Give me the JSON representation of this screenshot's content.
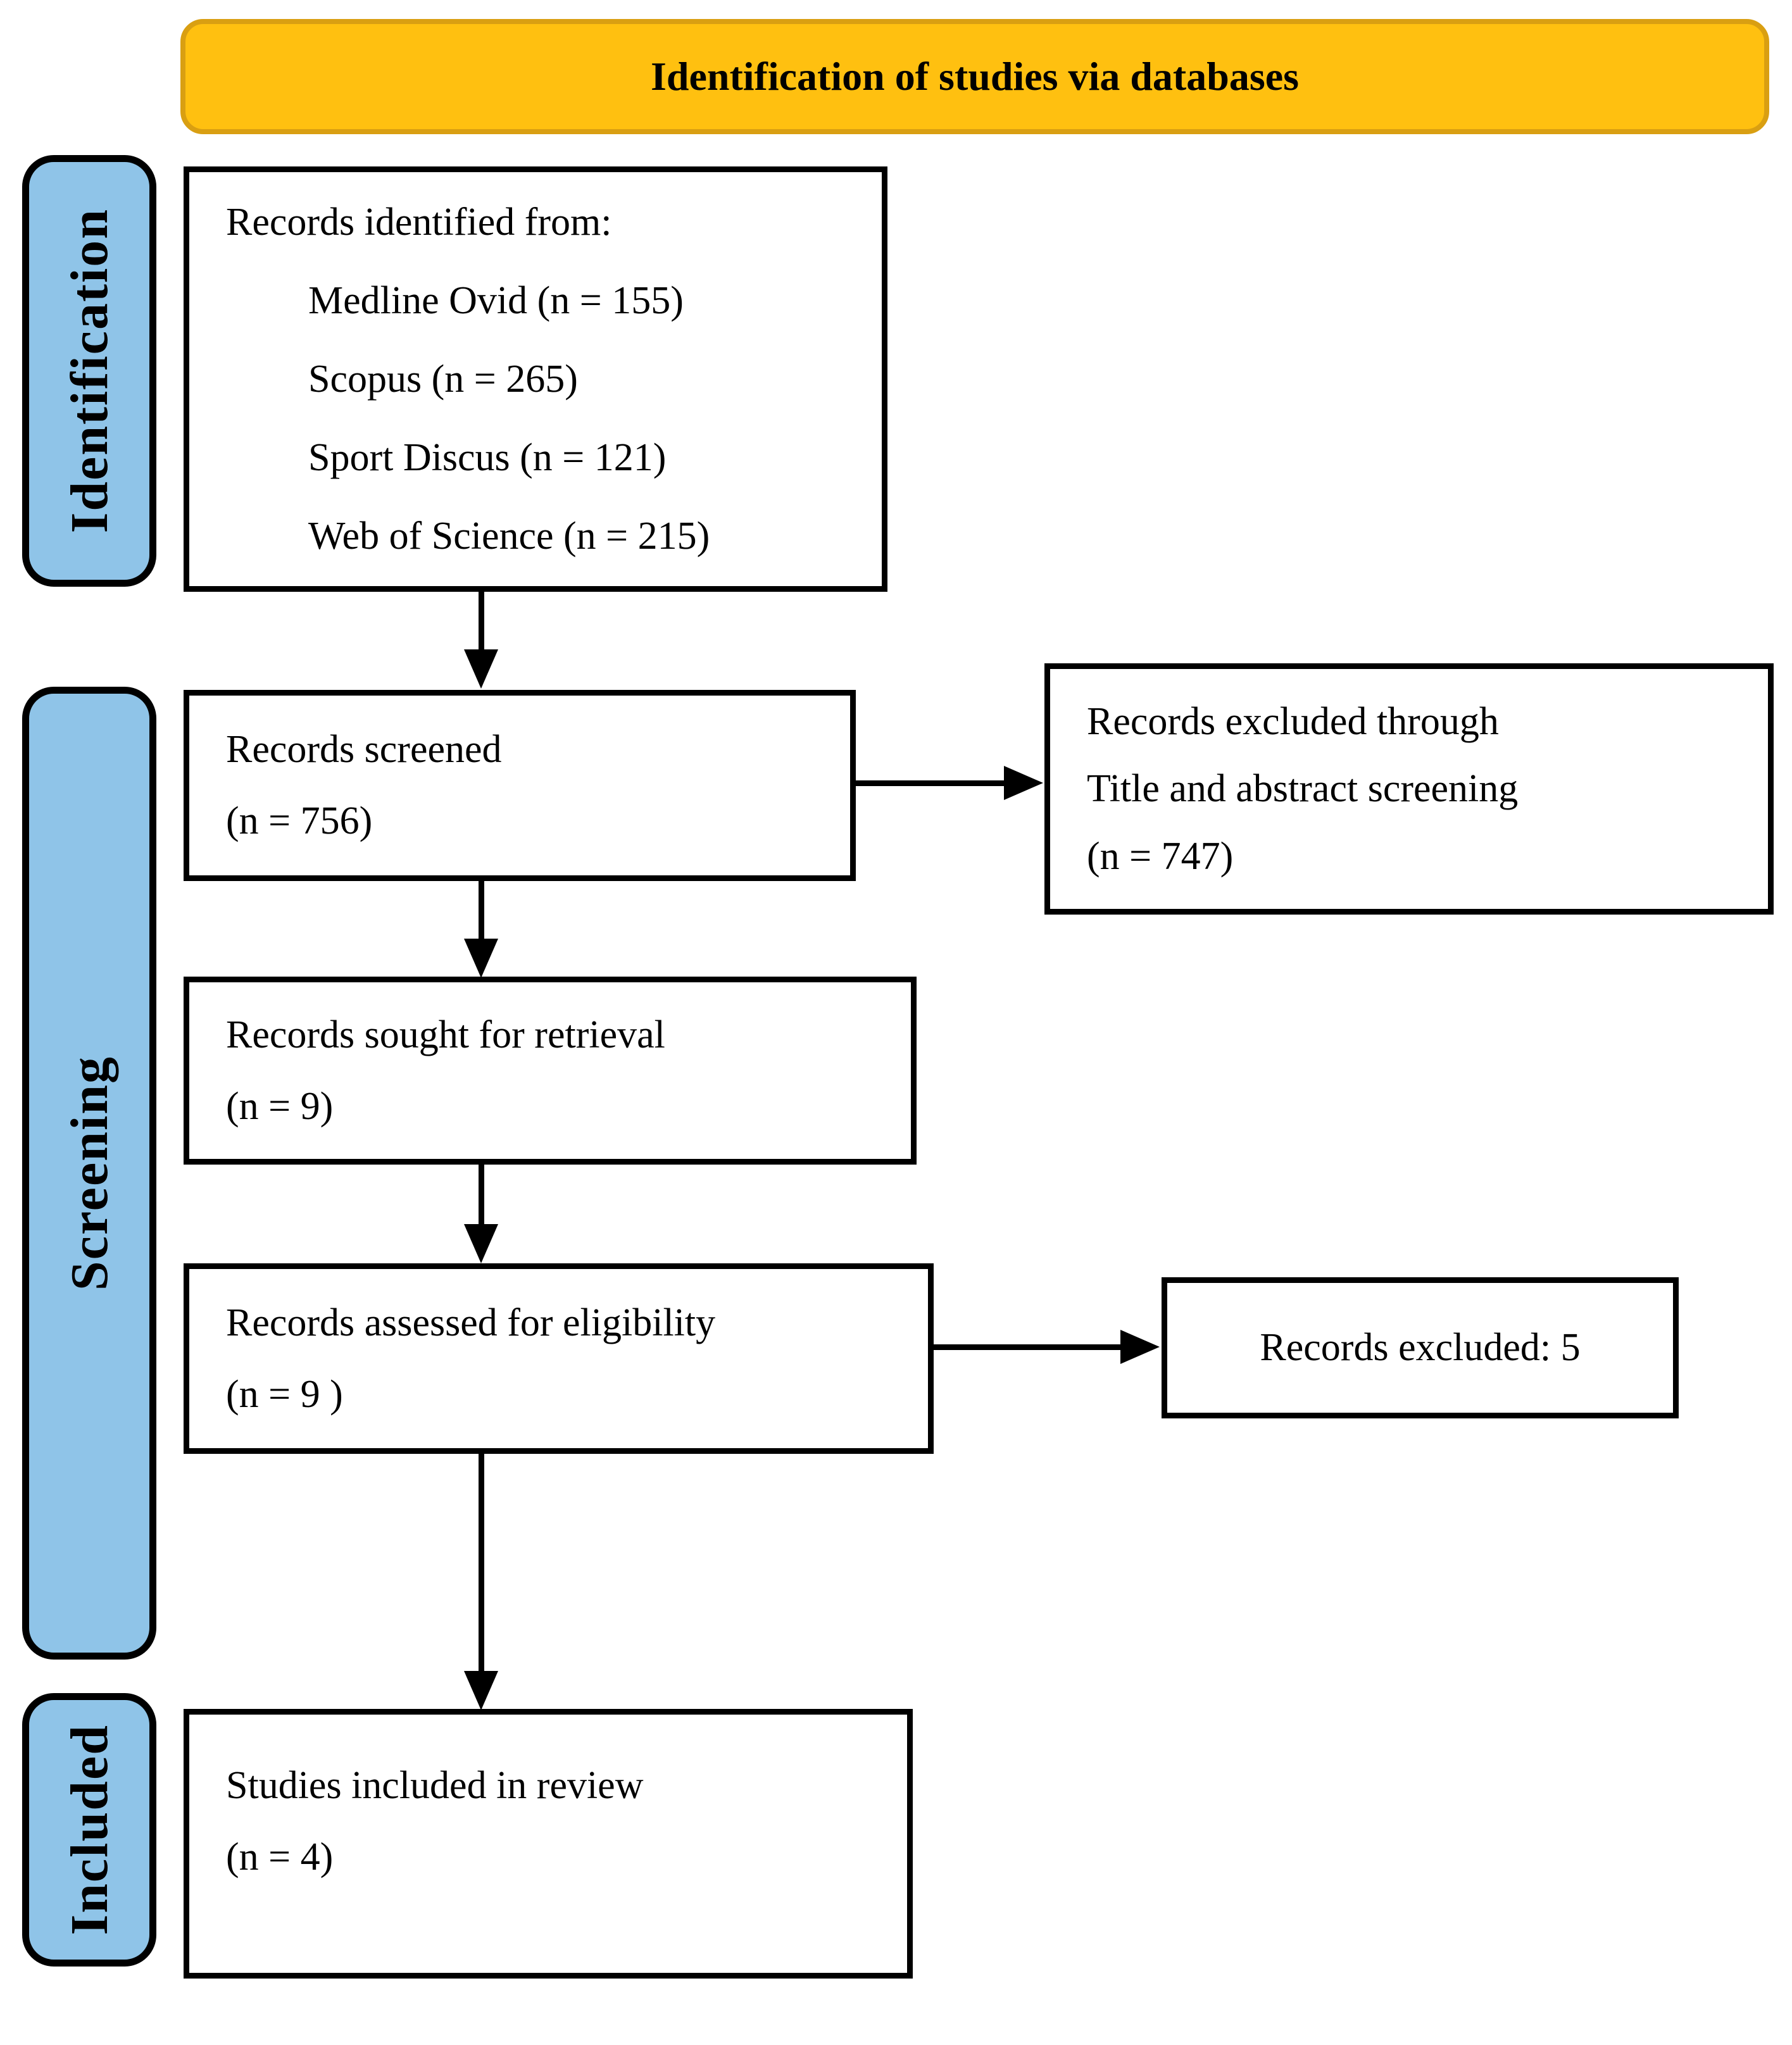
{
  "figure": {
    "title": "Identification of studies via databases"
  },
  "stages": [
    {
      "label": "Identification"
    },
    {
      "label": "Screening"
    },
    {
      "label": "Included"
    }
  ],
  "boxes": {
    "identified": {
      "intro": "Records identified from:",
      "sources": [
        "Medline Ovid (n = 155)",
        "Scopus (n = 265)",
        "Sport Discus (n = 121)",
        "Web of Science (n = 215)"
      ]
    },
    "screened": {
      "lines": [
        "Records screened",
        "(n = 756)"
      ]
    },
    "excluded_title_abstract": {
      "lines": [
        "Records excluded through",
        "Title and abstract screening",
        "(n = 747)"
      ]
    },
    "sought_retrieval": {
      "lines": [
        "Records sought for retrieval",
        "(n = 9)"
      ]
    },
    "assessed_eligibility": {
      "lines": [
        "Records assessed for eligibility",
        "(n = 9 )"
      ]
    },
    "excluded_eligibility": {
      "lines": [
        "Records excluded: 5"
      ]
    },
    "included_review": {
      "lines": [
        "Studies included in review",
        "(n = 4)"
      ]
    }
  },
  "colors": {
    "stage_box_fill": "#8FC4E8",
    "header_fill": "#FFC010",
    "header_border": "#D99F12",
    "box_border": "#000000",
    "text": "#000000"
  }
}
